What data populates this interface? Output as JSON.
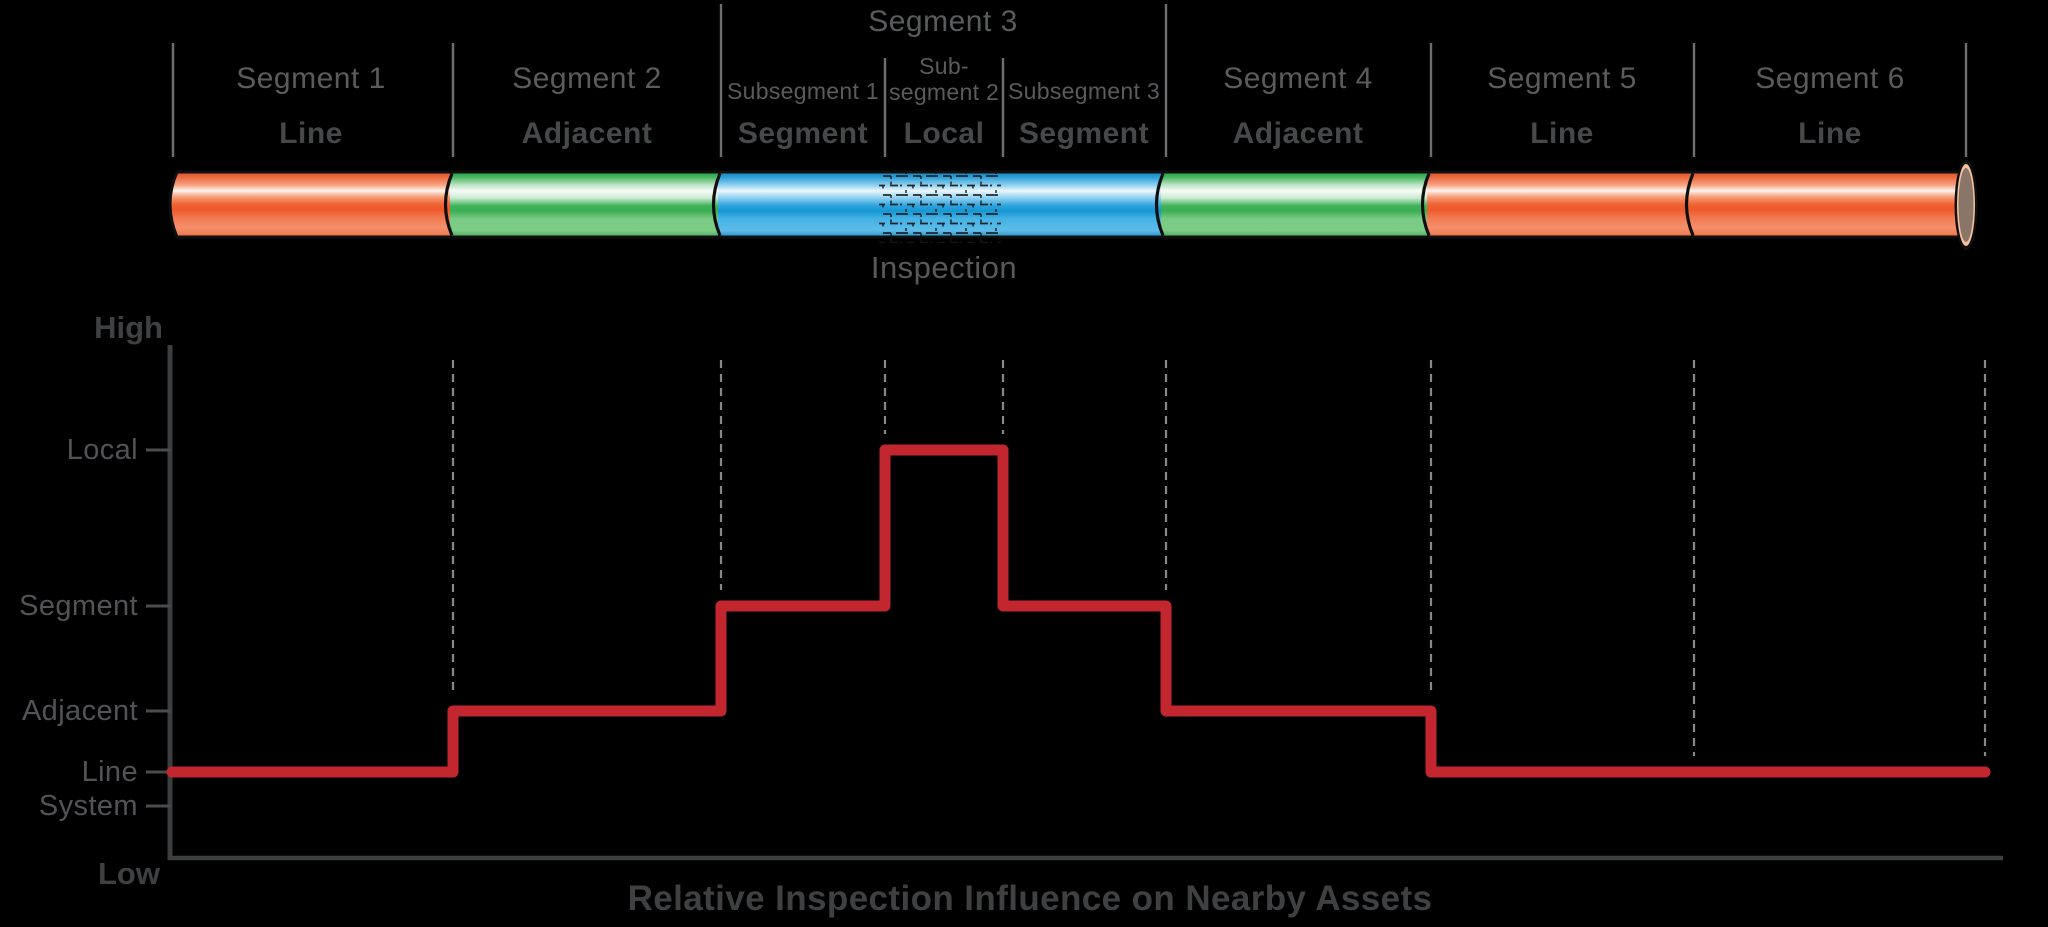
{
  "pipe": {
    "heading_segment3": "Segment 3",
    "inspection_label": "Inspection",
    "columns": [
      {
        "name": "Segment 1",
        "type": "Line"
      },
      {
        "name": "Segment 2",
        "type": "Adjacent"
      },
      {
        "name": "Subsegment 1",
        "type": "Segment"
      },
      {
        "name": "Subsegment 2",
        "name_line1": "Sub-",
        "name_line2": "segment 2",
        "type": "Local"
      },
      {
        "name": "Subsegment 3",
        "type": "Segment"
      },
      {
        "name": "Segment 4",
        "type": "Adjacent"
      },
      {
        "name": "Segment 5",
        "type": "Line"
      },
      {
        "name": "Segment 6",
        "type": "Line"
      }
    ]
  },
  "chart_data": {
    "type": "line",
    "subtype": "step",
    "title": "Relative Inspection Influence on Nearby Assets",
    "y_axis": {
      "top_label": "High",
      "bottom_label": "Low",
      "tick_labels": [
        "Local",
        "Segment",
        "Adjacent",
        "Line",
        "System"
      ]
    },
    "categories": [
      "Segment 1",
      "Segment 2",
      "Subsegment 1",
      "Subsegment 2",
      "Subsegment 3",
      "Segment 4",
      "Segment 5",
      "Segment 6"
    ],
    "series": [
      {
        "name": "Relative inspection influence",
        "levels": [
          "Line",
          "Adjacent",
          "Segment",
          "Local",
          "Segment",
          "Adjacent",
          "Line",
          "Line"
        ]
      }
    ],
    "annotations": [
      "Inspection"
    ],
    "line_color": "#C2262E",
    "grid": "dashed vertical guides at segment boundaries",
    "legend": "none",
    "ylim": [
      "Low",
      "High"
    ]
  },
  "colors": {
    "red_line": "#C2262E",
    "pipe_orange": "#F0744B",
    "pipe_green": "#58BD68",
    "pipe_blue": "#2BA3DC",
    "pipe_end_cap": "#8A7668",
    "label_gray": "#58595B",
    "axis_gray": "#3D3E40"
  }
}
